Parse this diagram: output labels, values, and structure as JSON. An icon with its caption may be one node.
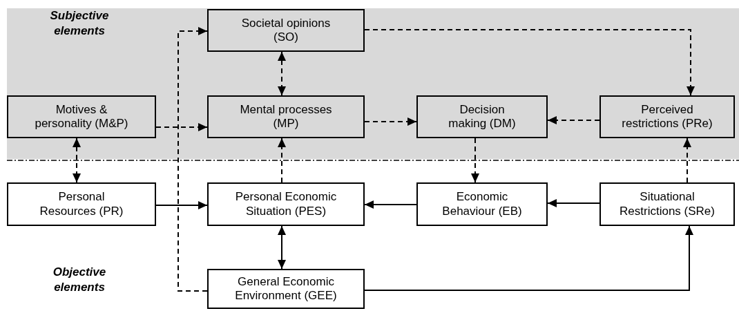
{
  "diagram": {
    "nodes": [
      {
        "text": [
          "Societal opinions (SO)"
        ]
      },
      {
        "text": [
          "Motives & personality (M&P)"
        ]
      },
      {
        "text": [
          "Mental processes (MP)"
        ]
      },
      {
        "text": [
          "Decision making (DM)"
        ]
      },
      {
        "text": [
          "Perceived restrictions (PRe)"
        ]
      },
      {
        "text": [
          "Personal Resources (PR)"
        ]
      },
      {
        "text": [
          "Personal Economic Situation (PES)"
        ]
      },
      {
        "text": [
          "Economic Behaviour (EB)"
        ]
      },
      {
        "text": [
          "Situational Restrictions (SRe)"
        ]
      },
      {
        "text": [
          "General Economic Environment (GEE)"
        ]
      }
    ],
    "edges": [
      {
        "from": 0,
        "to": 2,
        "arrow": "both",
        "style": "dashed"
      },
      {
        "from": 1,
        "to": 2,
        "arrow": "to",
        "style": "dashed"
      },
      {
        "from": 9,
        "to": 0,
        "arrow": "to",
        "style": "dashed"
      },
      {
        "from": 0,
        "to": 4,
        "arrow": "to",
        "style": "dashed"
      },
      {
        "from": 2,
        "to": 3,
        "arrow": "to",
        "style": "dashed"
      },
      {
        "from": 4,
        "to": 3,
        "arrow": "to",
        "style": "dashed"
      },
      {
        "from": 1,
        "to": 5,
        "arrow": "both",
        "style": "dashed"
      },
      {
        "from": 6,
        "to": 2,
        "arrow": "to",
        "style": "dashed"
      },
      {
        "from": 3,
        "to": 7,
        "arrow": "to",
        "style": "dashed"
      },
      {
        "from": 8,
        "to": 4,
        "arrow": "to",
        "style": "dashed"
      },
      {
        "from": 5,
        "to": 6,
        "arrow": "to"
      },
      {
        "from": 7,
        "to": 6,
        "arrow": "to"
      },
      {
        "from": 8,
        "to": 7,
        "arrow": "to"
      },
      {
        "from": 6,
        "to": 9,
        "arrow": "both"
      },
      {
        "from": 9,
        "to": 8,
        "arrow": "to"
      }
    ],
    "labels": [
      "Subjective elements",
      "Objective elements"
    ]
  }
}
